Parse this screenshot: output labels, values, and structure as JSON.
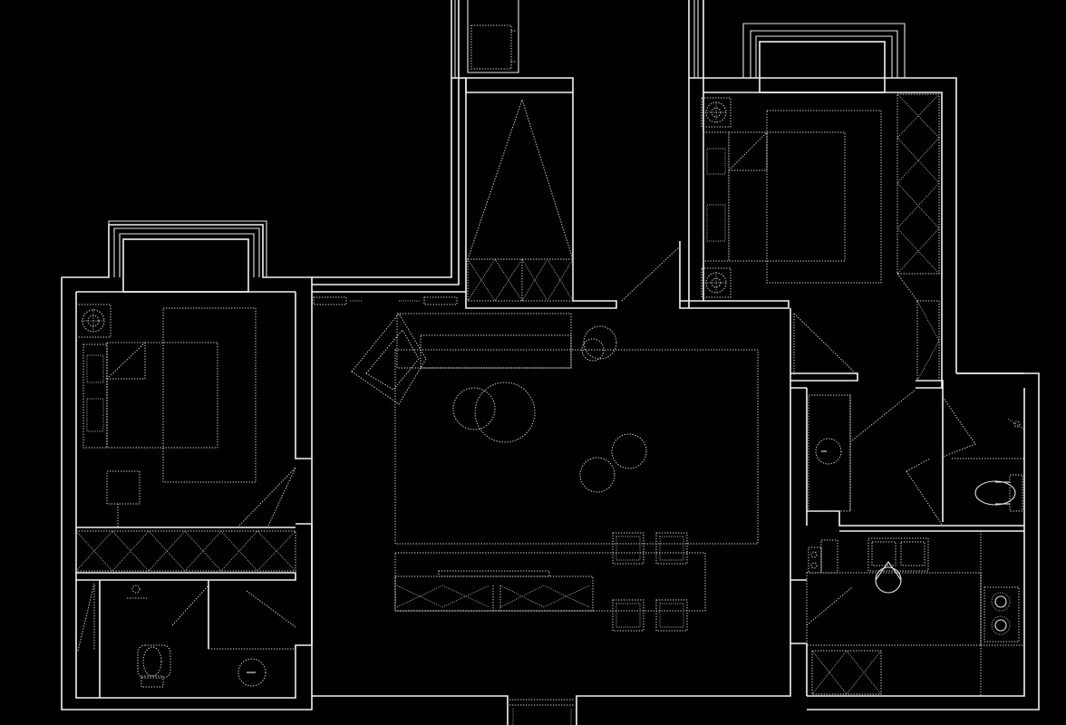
{
  "drawing": {
    "background": "#000000",
    "line_color": "#f2f2f2",
    "furniture_color": "#cfcfcf",
    "text_labels": []
  },
  "rooms": [
    {
      "id": "bedroom-west",
      "icon": "bed-icon"
    },
    {
      "id": "bedroom-north",
      "icon": "bed-icon"
    },
    {
      "id": "study",
      "icon": "desk-icon"
    },
    {
      "id": "living-room",
      "icon": "sofa-icon"
    },
    {
      "id": "dining-area",
      "icon": "dining-table-icon"
    },
    {
      "id": "bathroom-west",
      "icon": "toilet-icon"
    },
    {
      "id": "bathroom-east",
      "icon": "toilet-icon"
    },
    {
      "id": "kitchen",
      "icon": "stove-icon"
    }
  ]
}
